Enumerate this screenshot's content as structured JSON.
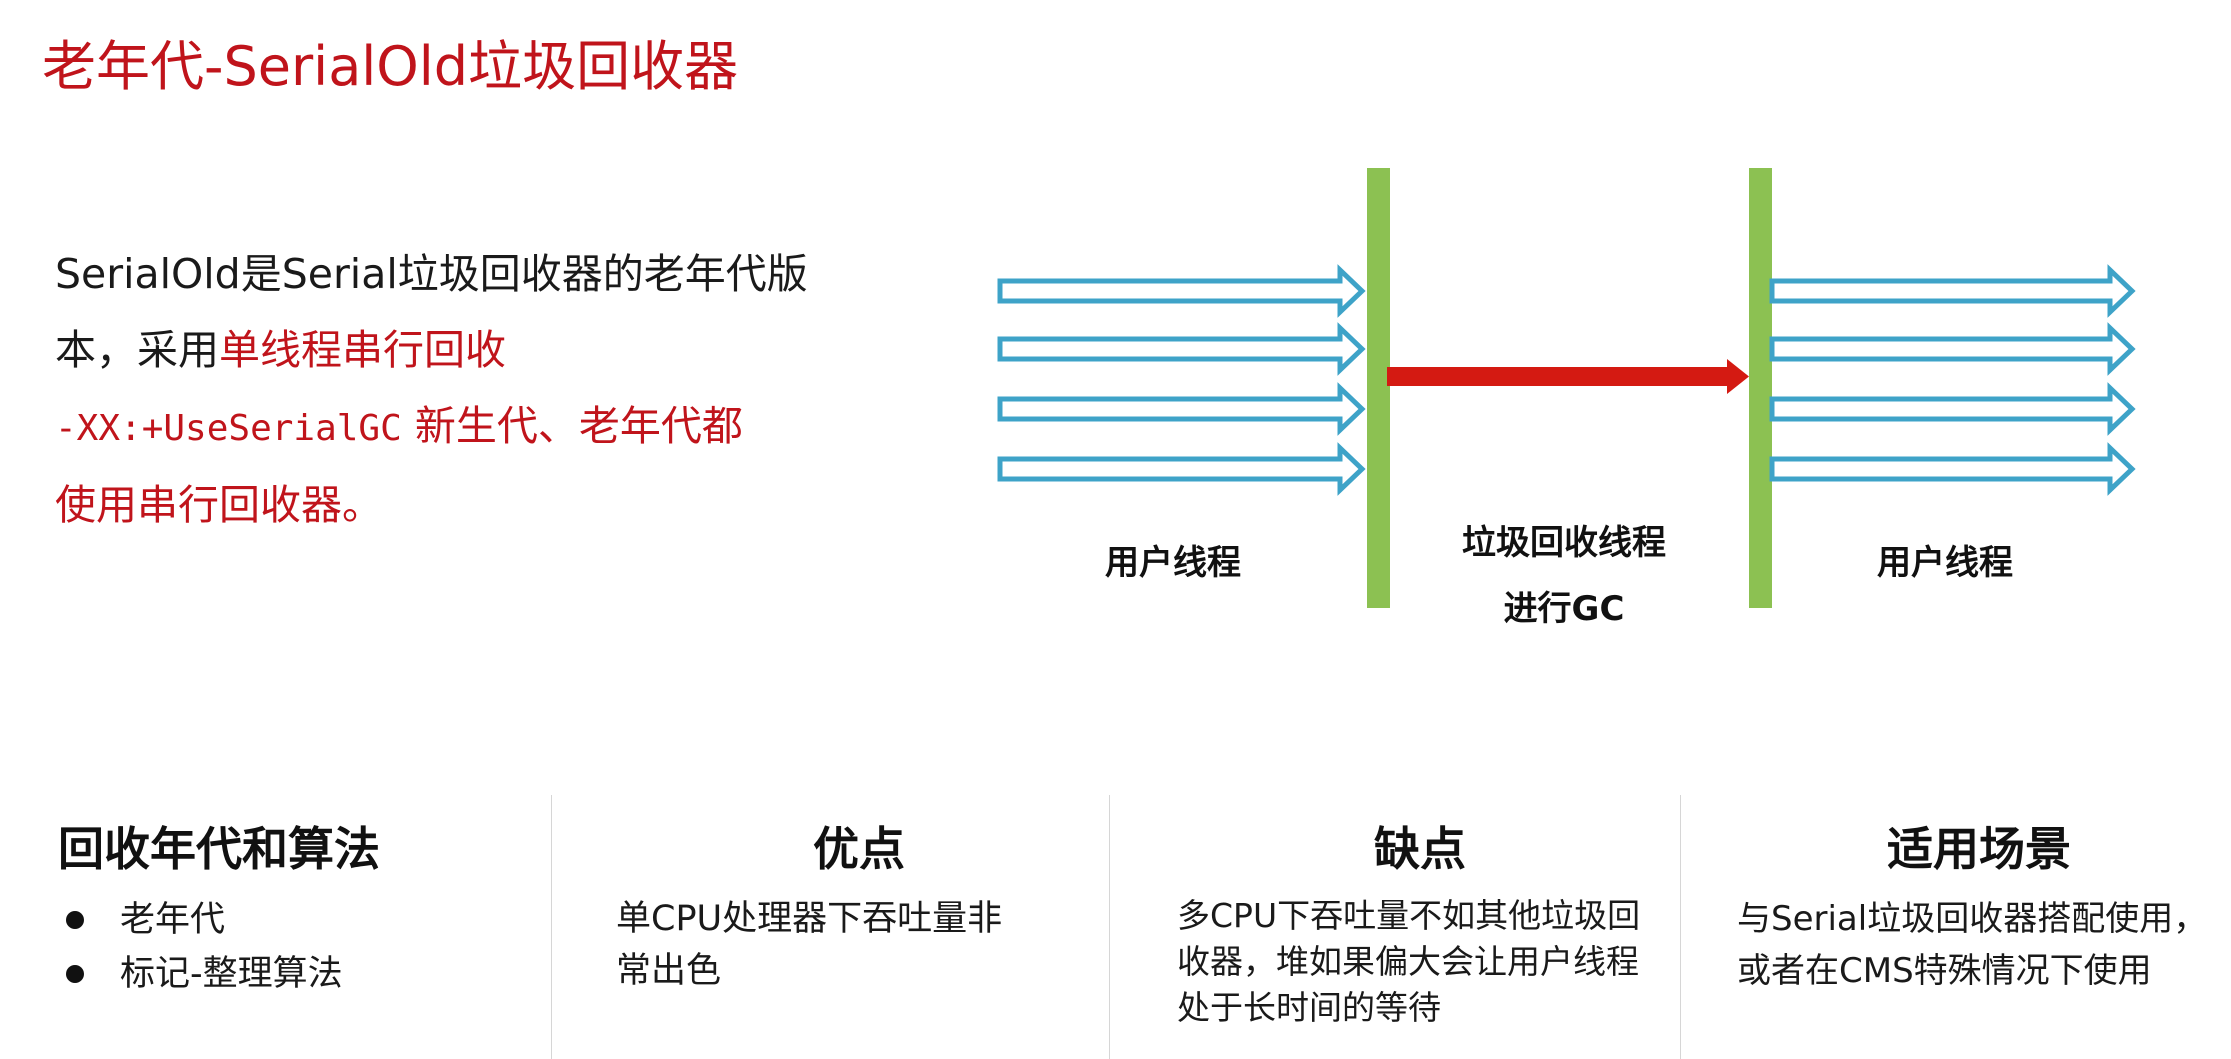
{
  "title": "老年代-SerialOld垃圾回收器",
  "description": {
    "line1": "SerialOld是Serial垃圾回收器的老年代版",
    "line2_plain": "本，采用",
    "line2_red": "单线程串行回收",
    "flag": "-XX:+UseSerialGC",
    "line3_rest": " 新生代、老年代都",
    "line4": "使用串行回收器。"
  },
  "diagram": {
    "left_label": "用户线程",
    "middle_label_line1": "垃圾回收线程",
    "middle_label_line2": "进行GC",
    "right_label": "用户线程",
    "colors": {
      "thread_arrow": "#3ea3c8",
      "gc_arrow": "#d41a12",
      "barrier": "#8cc152"
    }
  },
  "columns": [
    {
      "heading": "回收年代和算法",
      "bullets": [
        "老年代",
        "标记-整理算法"
      ]
    },
    {
      "heading": "优点",
      "body_line1": "单CPU处理器下吞吐量非",
      "body_line2": "常出色"
    },
    {
      "heading": "缺点",
      "body_line1": "多CPU下吞吐量不如其他垃圾回",
      "body_line2": "收器，堆如果偏大会让用户线程",
      "body_line3": "处于长时间的等待"
    },
    {
      "heading": "适用场景",
      "body_line1": "与Serial垃圾回收器搭配使用，",
      "body_line2": "或者在CMS特殊情况下使用"
    }
  ]
}
